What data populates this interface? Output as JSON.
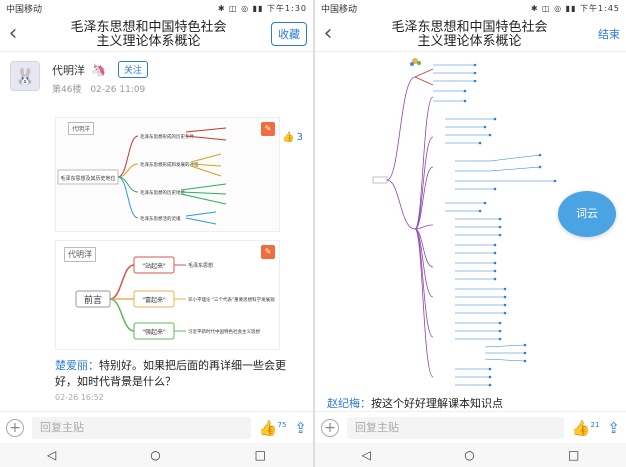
{
  "left": {
    "status": {
      "carrier": "中国移动",
      "time": "下午1:30"
    },
    "header": {
      "title_l1": "毛泽东思想和中国特色社会",
      "title_l2": "主义理论体系概论",
      "action": "收藏"
    },
    "post": {
      "user": "代明洋",
      "follow": "关注",
      "floor": "第46楼",
      "date": "02-26 11:09",
      "likes": "3",
      "mindmap1": {
        "root": "毛泽东思想及其历史地位",
        "tag": "代明洋",
        "branches": [
          "毛泽东思想形成的历史条件",
          "毛泽东思想形成和发展的过程",
          "毛泽东思想的历史地位",
          "毛泽东思想活的灵魂"
        ]
      },
      "mindmap2": {
        "tag": "代明洋",
        "root": "前言",
        "nodes": [
          {
            "label": "\"站起来\"",
            "detail": "毛泽东思想",
            "color": "#d9534f"
          },
          {
            "label": "\"富起来\"",
            "detail": "邓小平理论 \"三个代表\"重要思想科学发展观",
            "color": "#f0ad4e"
          },
          {
            "label": "\"强起来\"",
            "detail": "习近平新时代中国特色社会主义思想",
            "color": "#5cb85c"
          }
        ]
      },
      "comment": {
        "name": "楚爱丽：",
        "text": "特别好。如果把后面的再详细一些会更好，如时代背景是什么？",
        "time": "02-26 16:52"
      }
    },
    "bottom": {
      "placeholder": "回复主贴",
      "likes": "75"
    }
  },
  "right": {
    "status": {
      "carrier": "中国移动",
      "time": "下午1:45"
    },
    "header": {
      "title_l1": "毛泽东思想和中国特色社会",
      "title_l2": "主义理论体系概论",
      "action": "结束"
    },
    "bubble": "词云",
    "comment": {
      "name": "赵纪梅：",
      "text": "按这个好好理解课本知识点"
    },
    "bottom": {
      "placeholder": "回复主贴",
      "likes": "21"
    }
  }
}
